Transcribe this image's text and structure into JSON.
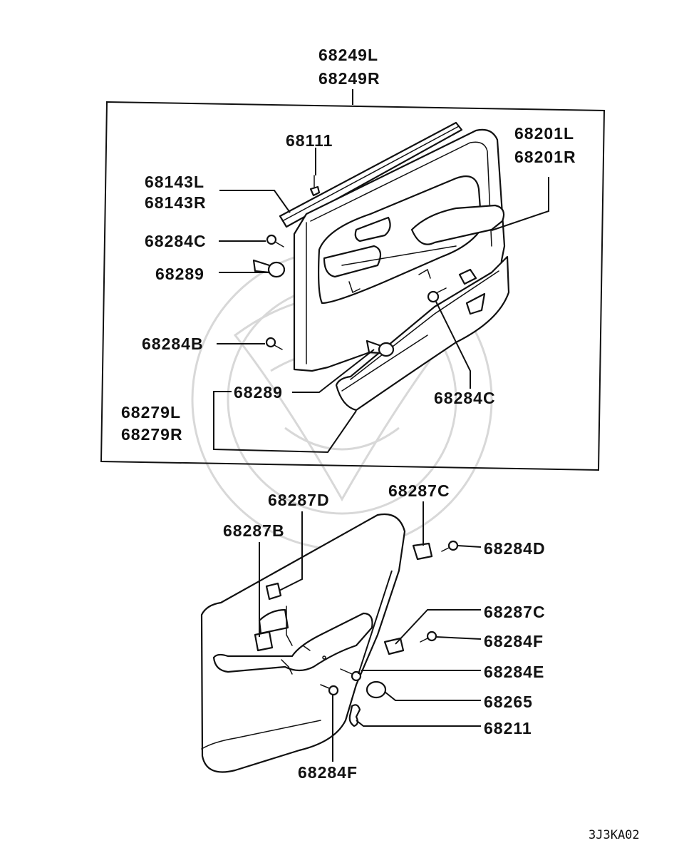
{
  "callouts": {
    "assembly_l": "68249L",
    "assembly_r": "68249R",
    "upper": {
      "p68111": "68111",
      "p68143l": "68143L",
      "p68143r": "68143R",
      "p68284c_a": "68284C",
      "p68289_a": "68289",
      "p68284b": "68284B",
      "p68289_b": "68289",
      "p68279l": "68279L",
      "p68279r": "68279R",
      "p68201l": "68201L",
      "p68201r": "68201R",
      "p68284c_b": "68284C"
    },
    "lower": {
      "p68287d": "68287D",
      "p68287b": "68287B",
      "p68287c_a": "68287C",
      "p68284d": "68284D",
      "p68287c_b": "68287C",
      "p68284f_a": "68284F",
      "p68284e": "68284E",
      "p68265": "68265",
      "p68211": "68211",
      "p68284f_b": "68284F"
    }
  },
  "figure_code": "3J3KA02"
}
